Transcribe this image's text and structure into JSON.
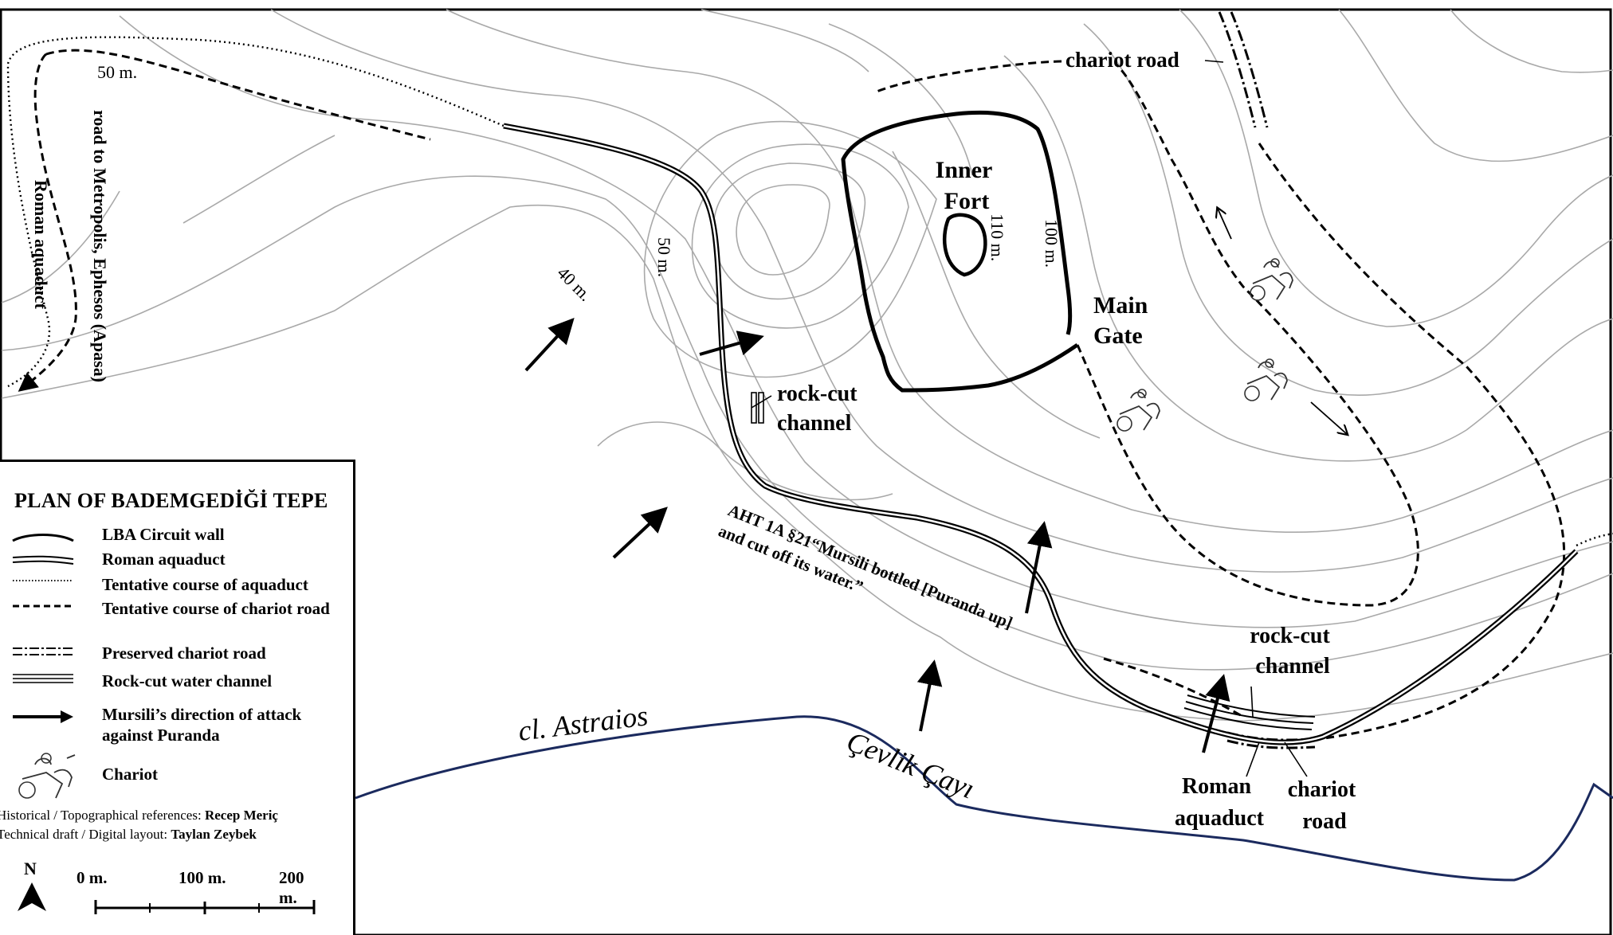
{
  "labels": {
    "inner_fort": [
      "Inner",
      "Fort"
    ],
    "main_gate": [
      "Main",
      "Gate"
    ],
    "rock_cut_channel_1": [
      "rock-cut",
      "channel"
    ],
    "rock_cut_channel_2": [
      "rock-cut",
      "channel"
    ],
    "roman_aquaduct_bottom": [
      "Roman",
      "aquaduct"
    ],
    "chariot_road_bottom": [
      "chariot",
      "road"
    ],
    "chariot_road_top": "chariot road",
    "road_to_metropolis": "road to Metropolis, Ephesos (Apasa)",
    "roman_aquaduct_left": "Roman aquaduct",
    "river_1": "cl. Astraios",
    "river_2": "Çevlik Çayı",
    "quote": [
      "AHT 1A §21“Mursili bottled [Puranda up]",
      "and cut off its water.”"
    ]
  },
  "elevations": {
    "e50_top": "50 m.",
    "e50_mid": "50 m.",
    "e40": "40 m.",
    "e110": "110 m.",
    "e100": "100 m."
  },
  "legend": {
    "title": "PLAN OF BADEMGEDİĞİ TEPE",
    "items": [
      {
        "symbol": "circuit-wall",
        "label": "LBA Circuit wall"
      },
      {
        "symbol": "roman-aquaduct",
        "label": "Roman aquaduct"
      },
      {
        "symbol": "tentative-aquaduct",
        "label": "Tentative course of aquaduct"
      },
      {
        "symbol": "tentative-chariot",
        "label": "Tentative course of chariot road"
      },
      {
        "symbol": "preserved-chariot",
        "label": "Preserved chariot road"
      },
      {
        "symbol": "rock-cut-channel",
        "label": "Rock-cut water channel"
      },
      {
        "symbol": "attack-arrow",
        "label": "Mursili’s direction of attack against Puranda"
      },
      {
        "symbol": "chariot-icon",
        "label": "Chariot"
      }
    ],
    "credits": [
      {
        "prefix": "Historical / Topographical references: ",
        "name": "Recep Meriç"
      },
      {
        "prefix": "Technical draft / Digital layout: ",
        "name": "Taylan Zeybek"
      }
    ],
    "north": "N",
    "scale": [
      "0 m.",
      "100 m.",
      "200 m."
    ]
  },
  "colors": {
    "river": "#1b2a5e",
    "contour": "#a9a9a9",
    "ink": "#000000"
  }
}
